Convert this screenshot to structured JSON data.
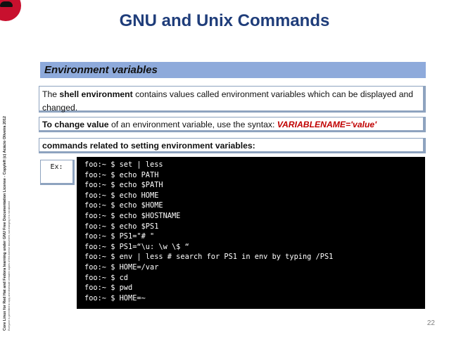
{
  "title": "GNU and Unix Commands",
  "side": {
    "line1": "Core Linux for Red Hat and Fedora learning under GNU Free Documentation License - Copyleft (c) Acácio Oliveira 2012",
    "line2": "Everyone is permitted to copy and distribute verbatim copies of this license document, but changing it is not allowed"
  },
  "section_heading": "Environment variables",
  "box1": {
    "prefix": "The ",
    "bold": "shell environment",
    "suffix": " contains values called environment variables which can be displayed and changed."
  },
  "box2": {
    "bold": "To change value",
    "middle": " of an environment variable, use the syntax: ",
    "syntax": "VARIABLENAME='value'"
  },
  "box3": {
    "text": "commands related to setting environment variables:"
  },
  "ex_label": "Ex:",
  "terminal_lines": [
    "foo:~ $ set | less",
    "foo:~ $ echo PATH",
    "foo:~ $ echo $PATH",
    "foo:~ $ echo HOME",
    "foo:~ $ echo $HOME",
    "foo:~ $ echo $HOSTNAME",
    "foo:~ $ echo $PS1",
    "foo:~ $ PS1=\"# \"",
    "foo:~ $ PS1=“\\u: \\w \\$ “",
    "foo:~ $ env | less # search for PS1 in env by typing /PS1",
    "foo:~ $ HOME=/var",
    "foo:~ $ cd",
    "foo:~ $ pwd",
    "foo:~ $ HOME=~"
  ],
  "page_number": "22",
  "colors": {
    "title": "#1f3d7a",
    "section_bar": "#8eaadb",
    "box_border": "#8ea3bf",
    "syntax_red": "#c00000",
    "logo_red": "#c8102e"
  }
}
